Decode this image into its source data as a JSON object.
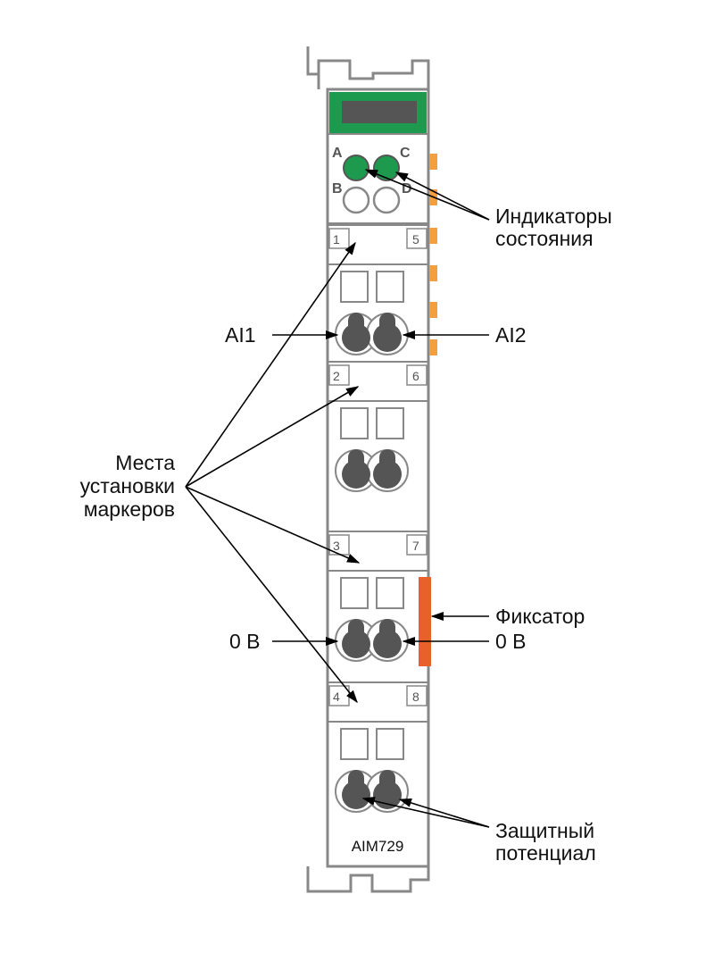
{
  "module": {
    "model": "AIM729",
    "leds": [
      "A",
      "C",
      "B",
      "D"
    ],
    "terminal_numbers": [
      "1",
      "5",
      "2",
      "6",
      "3",
      "7",
      "4",
      "8"
    ]
  },
  "labels": {
    "status_indicators": [
      "Индикаторы",
      "состояния"
    ],
    "ai1": "AI1",
    "ai2": "AI2",
    "marker_places": [
      "Места",
      "установки",
      "маркеров"
    ],
    "zero_v_left": "0 В",
    "latch": "Фиксатор",
    "zero_v_right": "0 В",
    "protective_potential": [
      "Защитный",
      "потенциал"
    ]
  },
  "colors": {
    "housing_stroke": "#888888",
    "label_strip": "#1e9a4e",
    "label_window": "#555555",
    "led_green": "#1e9a4e",
    "screw": "#555555",
    "side_contact": "#f0a040",
    "latch": "#e8602a"
  }
}
